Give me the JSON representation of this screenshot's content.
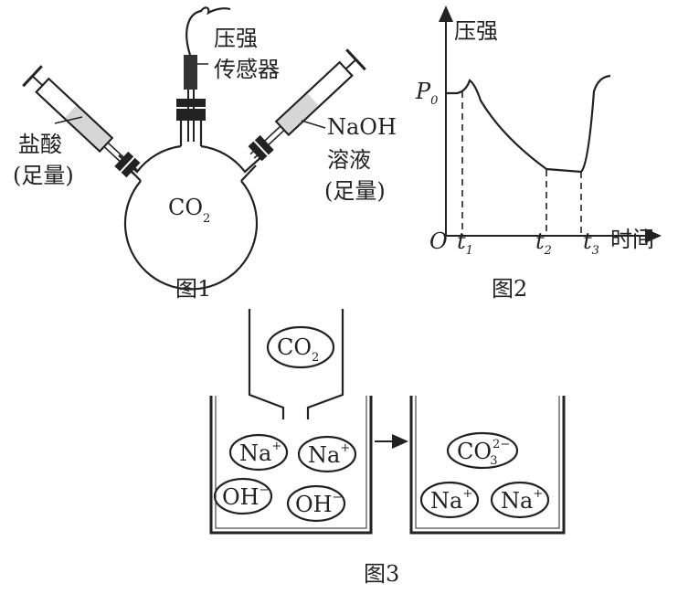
{
  "figure1": {
    "caption": "图1",
    "sensor_label_line1": "压强",
    "sensor_label_line2": "传感器",
    "left_label_line1": "盐酸",
    "left_label_line2": "(足量)",
    "right_label_line1": "NaOH",
    "right_label_line2": "溶液",
    "right_label_line3": "(足量)",
    "flask_gas": "CO",
    "flask_gas_sub": "2"
  },
  "figure2": {
    "caption": "图2",
    "y_axis_label": "压强",
    "x_axis_label": "时间",
    "origin": "O",
    "p0": "P",
    "p0_sub": "0",
    "t1": "t",
    "t1_sub": "1",
    "t2": "t",
    "t2_sub": "2",
    "t3": "t",
    "t3_sub": "3"
  },
  "figure3": {
    "caption": "图3",
    "gas": "CO",
    "gas_sub": "2",
    "before_ions": [
      {
        "symbol": "Na",
        "charge": "+"
      },
      {
        "symbol": "Na",
        "charge": "+"
      },
      {
        "symbol": "OH",
        "charge": "−"
      },
      {
        "symbol": "OH",
        "charge": "−"
      }
    ],
    "after_ions": [
      {
        "symbol": "CO",
        "sub": "3",
        "charge": "2−"
      },
      {
        "symbol": "Na",
        "charge": "+"
      },
      {
        "symbol": "Na",
        "charge": "+"
      }
    ]
  }
}
